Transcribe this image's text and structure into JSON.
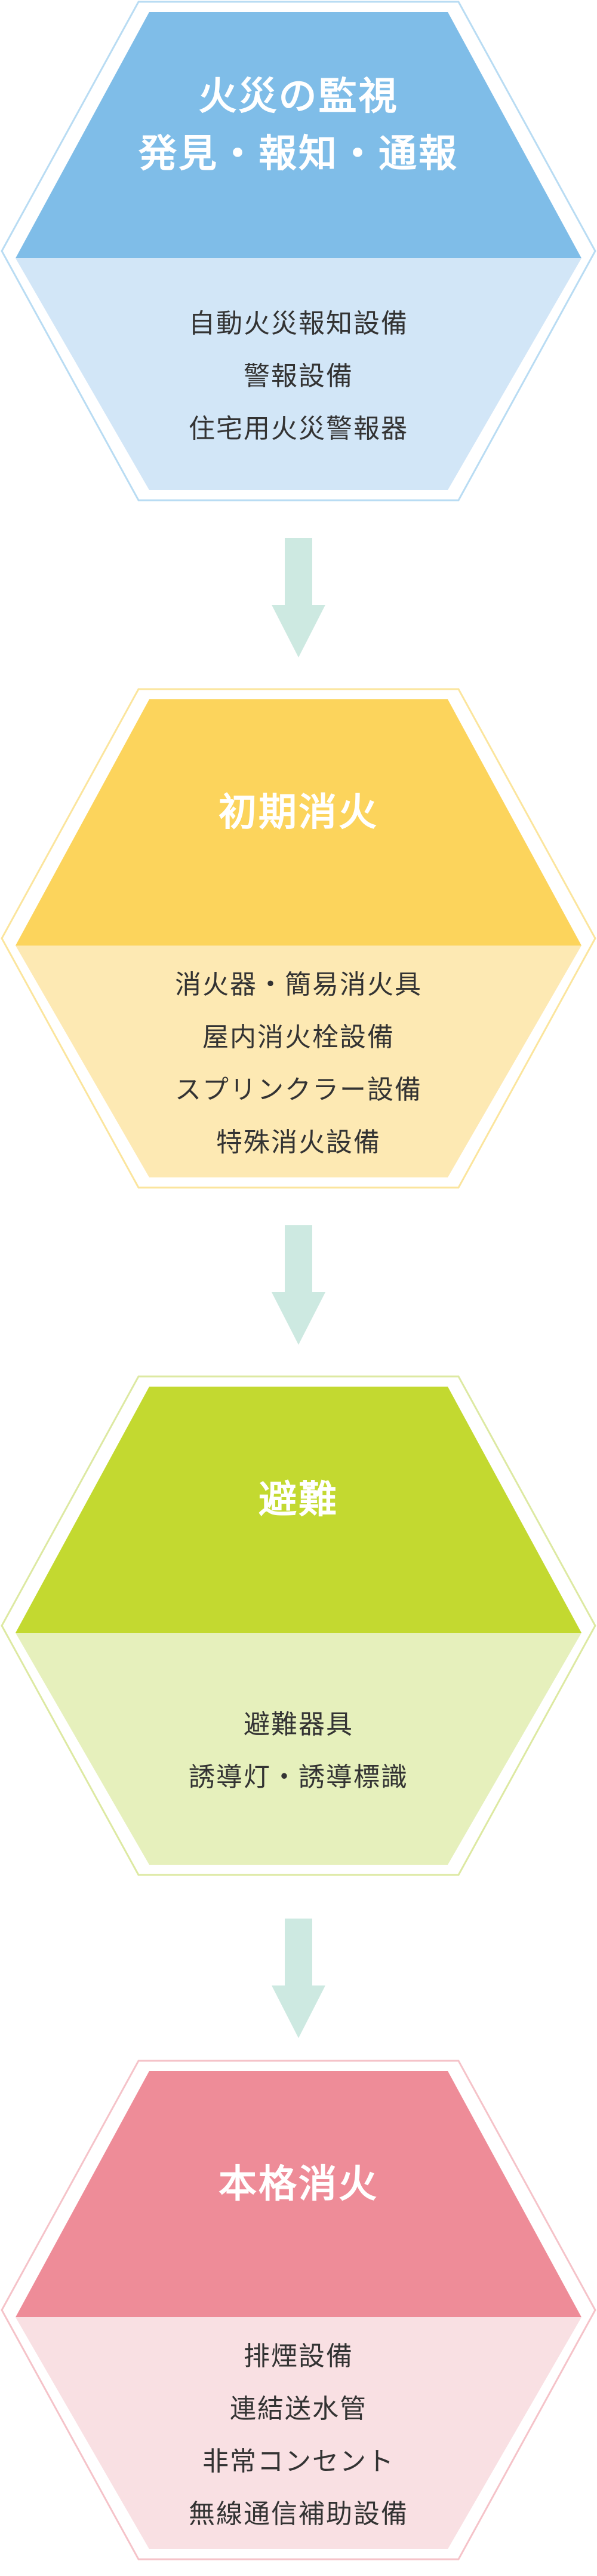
{
  "colors": {
    "arrow": "#cde9e1",
    "text_dark": "#333333",
    "text_light": "#ffffff"
  },
  "stages": [
    {
      "title_lines": [
        "火災の監視",
        "発見・報知・通報"
      ],
      "items": [
        "自動火災報知設備",
        "警報設備",
        "住宅用火災警報器"
      ],
      "colors": {
        "top": "#7fbde8",
        "bottom": "#d2e6f7",
        "outline": "#b9dcf3"
      }
    },
    {
      "title_lines": [
        "初期消火"
      ],
      "items": [
        "消火器・簡易消火具",
        "屋内消火栓設備",
        "スプリンクラー設備",
        "特殊消火設備"
      ],
      "colors": {
        "top": "#fcd45c",
        "bottom": "#fde9b3",
        "outline": "#fbe59d"
      }
    },
    {
      "title_lines": [
        "避難"
      ],
      "items": [
        "避難器具",
        "誘導灯・誘導標識"
      ],
      "colors": {
        "top": "#c3d930",
        "bottom": "#e6f0bc",
        "outline": "#dde9a2"
      }
    },
    {
      "title_lines": [
        "本格消火"
      ],
      "items": [
        "排煙設備",
        "連結送水管",
        "非常コンセント",
        "無線通信補助設備"
      ],
      "colors": {
        "top": "#ee8c98",
        "bottom": "#f9e0e3",
        "outline": "#f5c3c9"
      }
    }
  ]
}
